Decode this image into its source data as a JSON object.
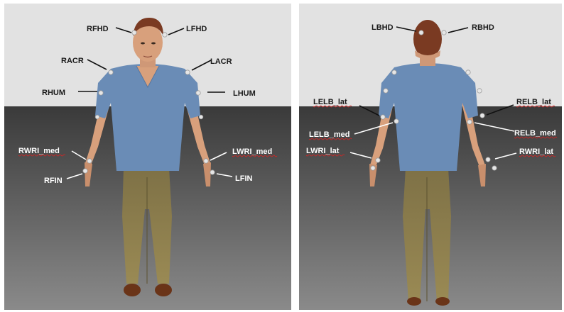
{
  "panels": [
    {
      "view": "front",
      "labels": [
        "RFHD",
        "LFHD",
        "RACR",
        "LACR",
        "RHUM",
        "LHUM",
        "RWRI_med",
        "LWRI_med",
        "RFIN",
        "LFIN"
      ]
    },
    {
      "view": "back",
      "labels": [
        "LBHD",
        "RBHD",
        "LELB_lat",
        "RELB_lat",
        "LELB_med",
        "RELB_med",
        "LWRI_lat",
        "RWRI_lat"
      ]
    }
  ],
  "colors": {
    "wall": "#e2e2e2",
    "floor_top": "#3b3b3b",
    "floor_bottom": "#8a8a8a",
    "shirt": "#6a8cb6",
    "pants": "#8a7a48",
    "skin": "#d8a07c",
    "hair": "#7a3a22",
    "shoes": "#6a3418",
    "marker": "#e6e6e6"
  }
}
